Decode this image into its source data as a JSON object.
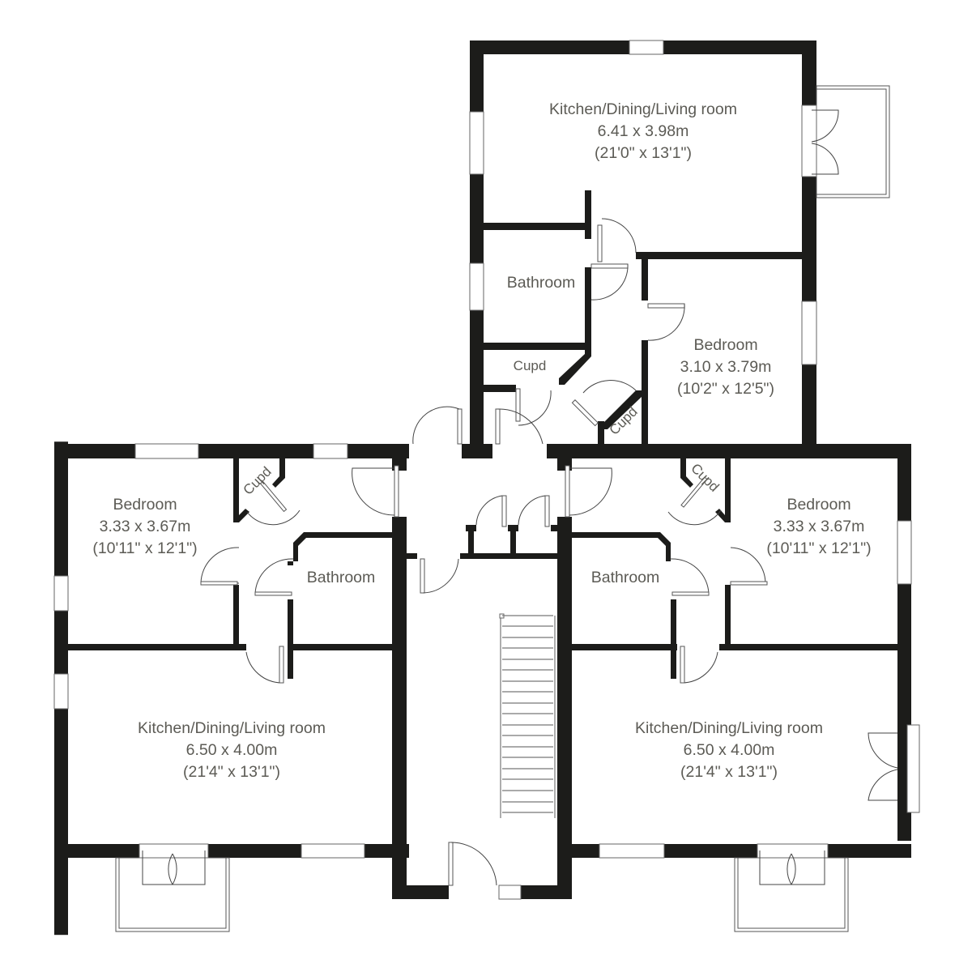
{
  "plan": {
    "colors": {
      "wall": "#1c1c1a",
      "text": "#5c5b55",
      "background": "#ffffff"
    },
    "rooms": {
      "top_kitchen": {
        "name": "Kitchen/Dining/Living room",
        "metric": "6.41 x 3.98m",
        "imperial": "(21'0\" x 13'1\")"
      },
      "top_bathroom": {
        "name": "Bathroom"
      },
      "top_bedroom": {
        "name": "Bedroom",
        "metric": "3.10 x 3.79m",
        "imperial": "(10'2\" x 12'5\")"
      },
      "top_cupd_1": {
        "name": "Cupd"
      },
      "top_cupd_2": {
        "name": "Cupd"
      },
      "left_bedroom": {
        "name": "Bedroom",
        "metric": "3.33 x 3.67m",
        "imperial": "(10'11\" x 12'1\")"
      },
      "left_cupd": {
        "name": "Cupd"
      },
      "left_bathroom": {
        "name": "Bathroom"
      },
      "left_kitchen": {
        "name": "Kitchen/Dining/Living room",
        "metric": "6.50 x 4.00m",
        "imperial": "(21'4\" x 13'1\")"
      },
      "right_bedroom": {
        "name": "Bedroom",
        "metric": "3.33 x 3.67m",
        "imperial": "(10'11\" x 12'1\")"
      },
      "right_cupd": {
        "name": "Cupd"
      },
      "right_bathroom": {
        "name": "Bathroom"
      },
      "right_kitchen": {
        "name": "Kitchen/Dining/Living room",
        "metric": "6.50 x 4.00m",
        "imperial": "(21'4\" x 13'1\")"
      }
    }
  }
}
